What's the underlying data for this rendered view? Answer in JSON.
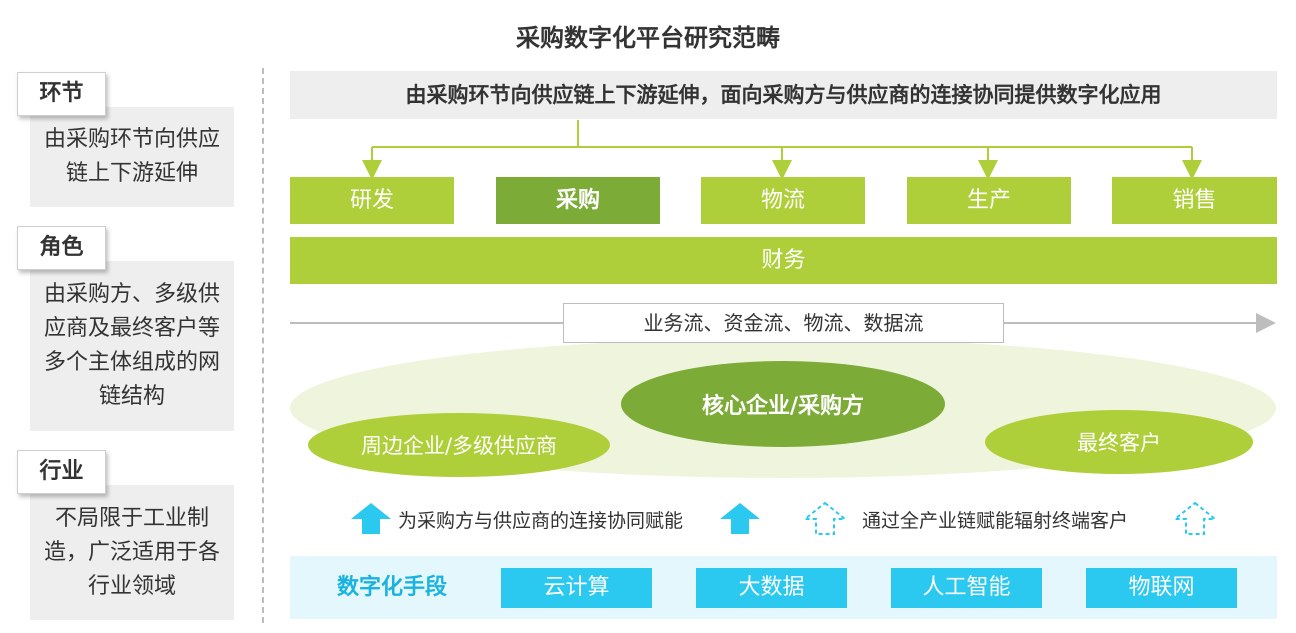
{
  "title": "采购数字化平台研究范畴",
  "left": [
    {
      "tag": "环节",
      "desc": "由采购环节向供应链上下游延伸"
    },
    {
      "tag": "角色",
      "desc": "由采购方、多级供应商及最终客户等多个主体组成的网链结构"
    },
    {
      "tag": "行业",
      "desc": "不局限于工业制造，广泛适用于各行业领域"
    }
  ],
  "banner": "由采购环节向供应链上下游延伸，面向采购方与供应商的连接协同提供数字化应用",
  "stages": [
    "研发",
    "采购",
    "物流",
    "生产",
    "销售"
  ],
  "finance": "财务",
  "flow_label": "业务流、资金流、物流、数据流",
  "entities": {
    "core": "核心企业/采购方",
    "suppliers": "周边企业/多级供应商",
    "customers": "最终客户"
  },
  "capabilities": {
    "solid": "为采购方与供应商的连接协同赋能",
    "dashed": "通过全产业链赋能辐射终端客户"
  },
  "tools_label": "数字化手段",
  "tools": [
    "云计算",
    "大数据",
    "人工智能",
    "物联网"
  ],
  "colors": {
    "green_light": "#afcf3a",
    "green_dark": "#7dab38",
    "cyan": "#2bc8f0",
    "cyan_bg": "#e4f7fc",
    "ellipse_bg": "#eef5dc"
  }
}
